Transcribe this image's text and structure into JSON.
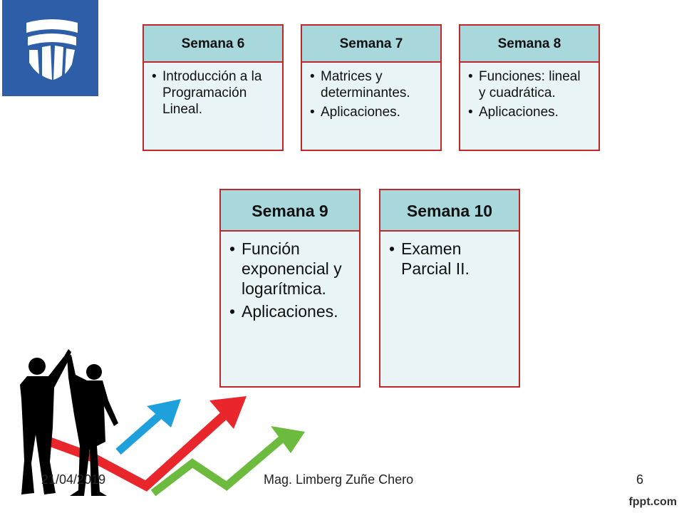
{
  "colors": {
    "logo_bg": "#2e5ea8",
    "card_border": "#c0272d",
    "card_head": "#a8d7dc",
    "card_body": "#e9f4f6",
    "arrow_red": "#e8262b",
    "arrow_blue": "#1ea0dc",
    "arrow_green": "#6dbb3e"
  },
  "weeks": [
    {
      "title": "Semana 6",
      "items": [
        "Introducción a la Programación Lineal."
      ]
    },
    {
      "title": "Semana 7",
      "items": [
        "Matrices y determinantes.",
        "Aplicaciones."
      ]
    },
    {
      "title": "Semana 8",
      "items": [
        "Funciones: lineal y cuadrática.",
        "Aplicaciones."
      ]
    },
    {
      "title": "Semana 9",
      "items": [
        "Función exponencial y logarítmica.",
        "Aplicaciones."
      ]
    },
    {
      "title": "Semana 10",
      "items": [
        "Examen Parcial II."
      ]
    }
  ],
  "footer": {
    "date": "21/04/2019",
    "author": "Mag. Limberg Zuñe Chero",
    "page": "6"
  },
  "watermark": "fppt.com",
  "icons": [
    "university-shield-logo-icon",
    "people-high-five-silhouette",
    "growth-arrows-graphic"
  ]
}
